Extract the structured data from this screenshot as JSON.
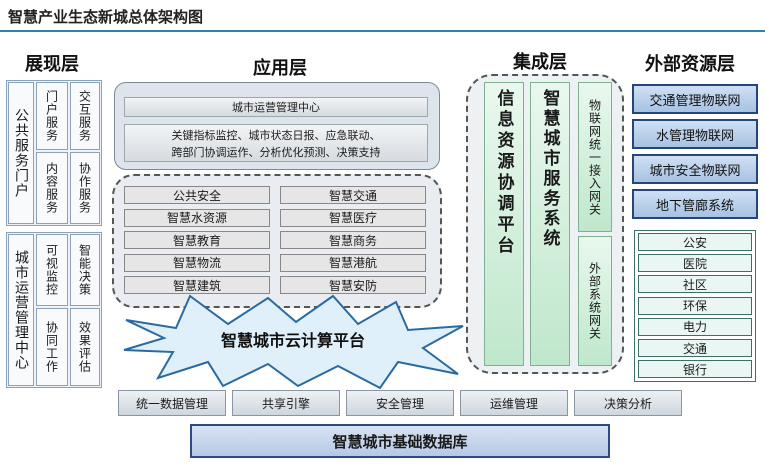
{
  "title": "智慧产业生态新城总体架构图",
  "headers": {
    "display": "展现层",
    "application": "应用层",
    "integration": "集成层",
    "external": "外部资源层"
  },
  "display_layer": {
    "public_portal": "公共服务门户",
    "portal_service": "门户服务",
    "content_service": "内容服务",
    "interaction_service": "交互服务",
    "collaboration_service": "协作服务",
    "ops_center": "城市运营管理中心",
    "visual_monitoring": "可视监控",
    "collab_work": "协同工作",
    "smart_decision": "智能决策",
    "effect_evaluation": "效果评估"
  },
  "application_layer": {
    "ops_center_title": "城市运营管理中心",
    "ops_center_desc_1": "关键指标监控、城市状态日报、应急联动、",
    "ops_center_desc_2": "跨部门协调运作、分析优化预测、决策支持",
    "apps": [
      "公共安全",
      "智慧交通",
      "智慧水资源",
      "智慧医疗",
      "智慧教育",
      "智慧商务",
      "智慧物流",
      "智慧港航",
      "智慧建筑",
      "智慧安防"
    ],
    "cloud_platform": "智慧城市云计算平台"
  },
  "integration_layer": {
    "info_platform": "信息资源协调平台",
    "service_system": "智慧城市服务系统",
    "iot_gateway": "物联网统一接入网关",
    "external_gateway": "外部系统网关"
  },
  "external_layer": {
    "networks": [
      "交通管理物联网",
      "水管理物联网",
      "城市安全物联网",
      "地下管廊系统"
    ],
    "departments": [
      "公安",
      "医院",
      "社区",
      "环保",
      "电力",
      "交通",
      "银行"
    ]
  },
  "bottom": {
    "services": [
      "统一数据管理",
      "共享引擎",
      "安全管理",
      "运维管理",
      "决策分析"
    ],
    "database": "智慧城市基础数据库"
  }
}
